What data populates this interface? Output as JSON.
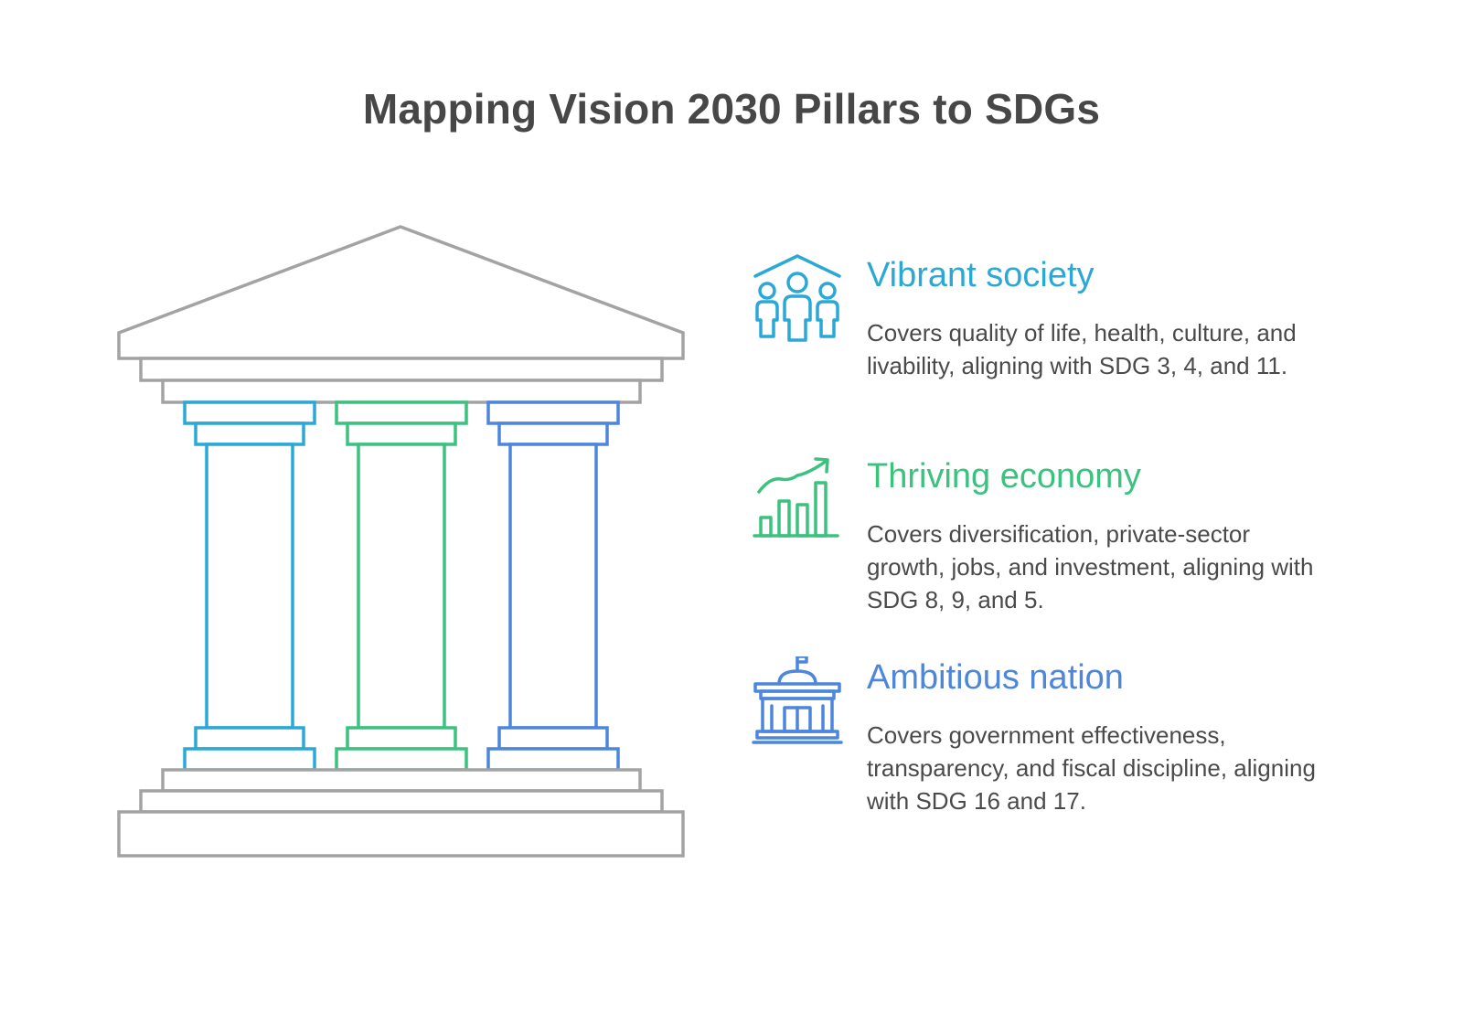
{
  "title": "Mapping Vision 2030 Pillars to SDGs",
  "colors": {
    "structure": "#a3a3a3",
    "pillar_1": "#2aa8d6",
    "pillar_2": "#3cc27f",
    "pillar_3": "#4d86db",
    "heading_text": "#474747",
    "body_text": "#4a4a4a"
  },
  "pillars": [
    {
      "icon": "people-under-roof-icon",
      "heading": "Vibrant society",
      "description": "Covers quality of life, health, culture, and livability, aligning with SDG 3, 4, and 11."
    },
    {
      "icon": "growth-chart-icon",
      "heading": "Thriving economy",
      "description": "Covers diversification, private-sector growth, jobs, and investment, aligning with SDG 8, 9, and 5."
    },
    {
      "icon": "government-building-icon",
      "heading": "Ambitious nation",
      "description": "Covers government effectiveness, transparency, and fiscal discipline, aligning with SDG 16 and 17."
    }
  ]
}
